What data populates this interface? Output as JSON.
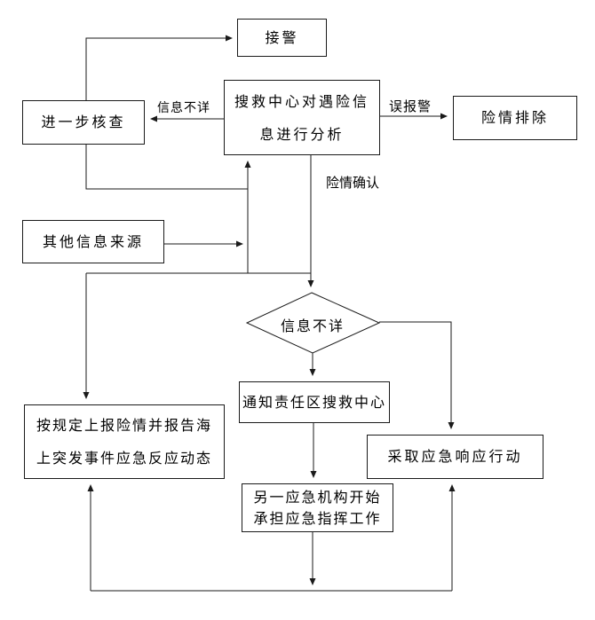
{
  "page": {
    "background_color": "#ffffff",
    "line_color": "#1a1a1a",
    "text_color": "#000000"
  },
  "nodes": {
    "receive_alarm": {
      "label": "接警"
    },
    "analysis": {
      "lines": [
        "搜救中心对遇险信",
        "息进行分析"
      ]
    },
    "further_check": {
      "label": "进一步核查"
    },
    "danger_cleared": {
      "label": "险情排除"
    },
    "other_sources": {
      "label": "其他信息来源"
    },
    "decision": {
      "label": "信息不详"
    },
    "notify_rcc": {
      "label": "通知责任区搜救中心"
    },
    "report_danger": {
      "lines": [
        "按规定上报险情并报告海",
        "上突发事件应急反应动态"
      ]
    },
    "take_action": {
      "label": "采取应急响应行动"
    },
    "another_agency": {
      "lines": [
        "另一应急机构开始",
        "承担应急指挥工作"
      ]
    }
  },
  "edge_labels": {
    "info_unclear": "信息不详",
    "false_alarm": "误报警",
    "danger_confirmed": "险情确认"
  }
}
